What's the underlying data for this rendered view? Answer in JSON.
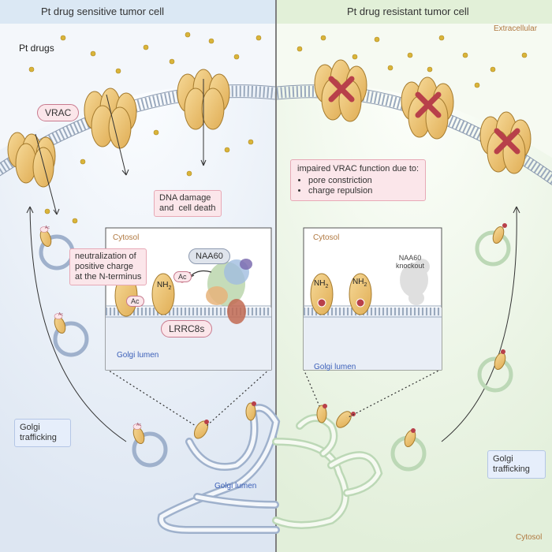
{
  "left_panel": {
    "title": "Pt drug sensitive tumor cell",
    "pt_drugs": "Pt drugs",
    "vrac": "VRAC",
    "dna_damage": "DNA damage\nand  cell death",
    "neutralization": "neutralization of\npositive charge\nat the N-terminus",
    "golgi_trafficking": "Golgi\ntrafficking",
    "golgi_lumen": "Golgi lumen",
    "inset": {
      "cytosol": "Cytosol",
      "naa60": "NAA60",
      "ac": "Ac",
      "nh2": "NH",
      "nh2_sub": "2",
      "lrrc8s": "LRRC8s",
      "golgi_lumen": "Golgi lumen"
    },
    "vesicle_ac": "Ac"
  },
  "right_panel": {
    "title": "Pt drug resistant tumor cell",
    "extracellular": "Extracellular",
    "impaired_title": "impaired VRAC function due to:",
    "impaired_items": [
      "pore constriction",
      "charge repulsion"
    ],
    "golgi_trafficking": "Golgi\ntrafficking",
    "cytosol": "Cytosol",
    "inset": {
      "cytosol": "Cytosol",
      "naa60_knockout": "NAA60\nknockout",
      "nh2": "NH",
      "nh2_sub": "2",
      "golgi_lumen": "Golgi lumen"
    }
  },
  "colors": {
    "left_bg": "#eaf0f8",
    "right_bg": "#eef6e8",
    "membrane": "#9aa9bd",
    "channel": "#eec77a",
    "channel_stroke": "#a57b2e",
    "cross": "#b8404a",
    "drug": "#d9b43a",
    "vesicle_left": "#9fb1cc",
    "vesicle_right": "#bcd8b6"
  }
}
